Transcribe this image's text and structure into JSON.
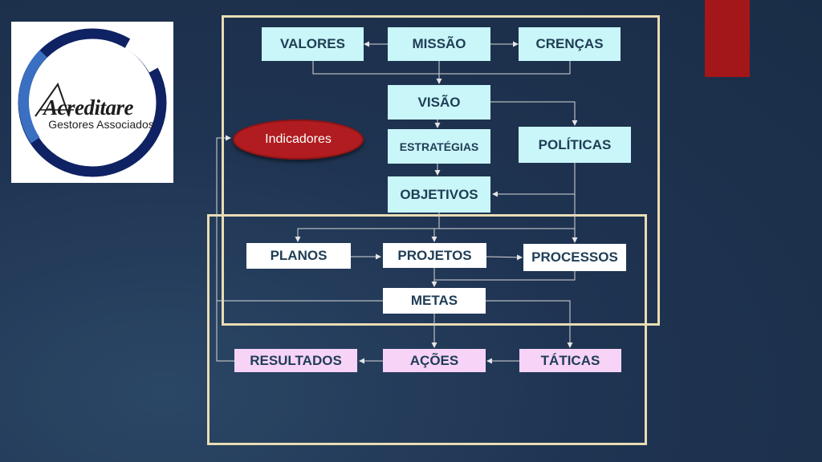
{
  "logo": {
    "name": "Acreditare",
    "tagline": "Gestores Associados",
    "ring_color": "#0f2263",
    "ring_accent_color": "#3a6fc2"
  },
  "colors": {
    "background": "#1f3452",
    "frame": "#e9dcb4",
    "box_cyan": "#c9f6f9",
    "box_pink": "#f7d3f8",
    "pill_red": "#b01c1f",
    "corner_tab": "#a3161a"
  },
  "diagram": {
    "valores": "VALORES",
    "missao": "MISSÃO",
    "crencas": "CRENÇAS",
    "visao": "VISÃO",
    "estrategias": "ESTRATÉGIAS",
    "politicas": "POLÍTICAS",
    "objetivos": "OBJETIVOS",
    "indicadores": "Indicadores",
    "planos": "PLANOS",
    "projetos": "PROJETOS",
    "processos": "PROCESSOS",
    "metas": "METAS",
    "resultados": "RESULTADOS",
    "acoes": "AÇÕES",
    "taticas": "TÁTICAS"
  }
}
